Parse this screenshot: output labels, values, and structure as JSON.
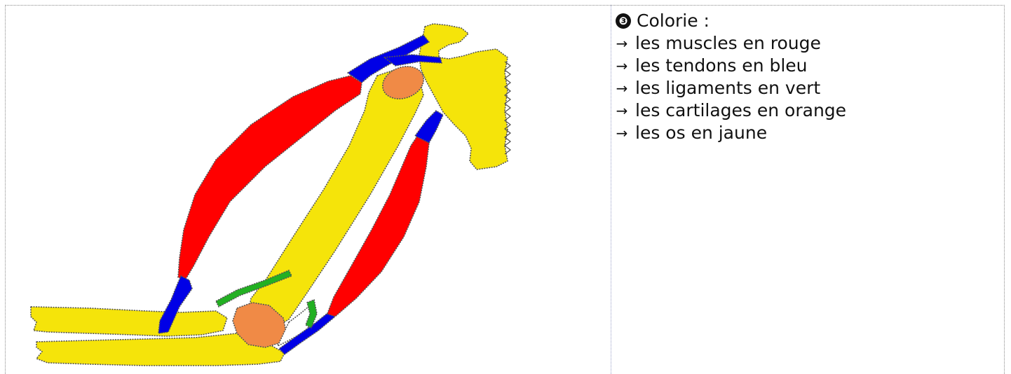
{
  "instructions": {
    "step_number": "❸",
    "heading": "Colorie :",
    "arrow_glyph": "→",
    "items": [
      "les muscles en rouge",
      "les tendons en bleu",
      "les ligaments en vert",
      "les cartilages en orange",
      "les os en jaune"
    ]
  },
  "colors": {
    "muscle": "#ff0000",
    "tendon": "#0000e6",
    "ligament": "#22b022",
    "cartilage": "#f08a46",
    "bone": "#f5e40a",
    "outline": "#555555"
  }
}
